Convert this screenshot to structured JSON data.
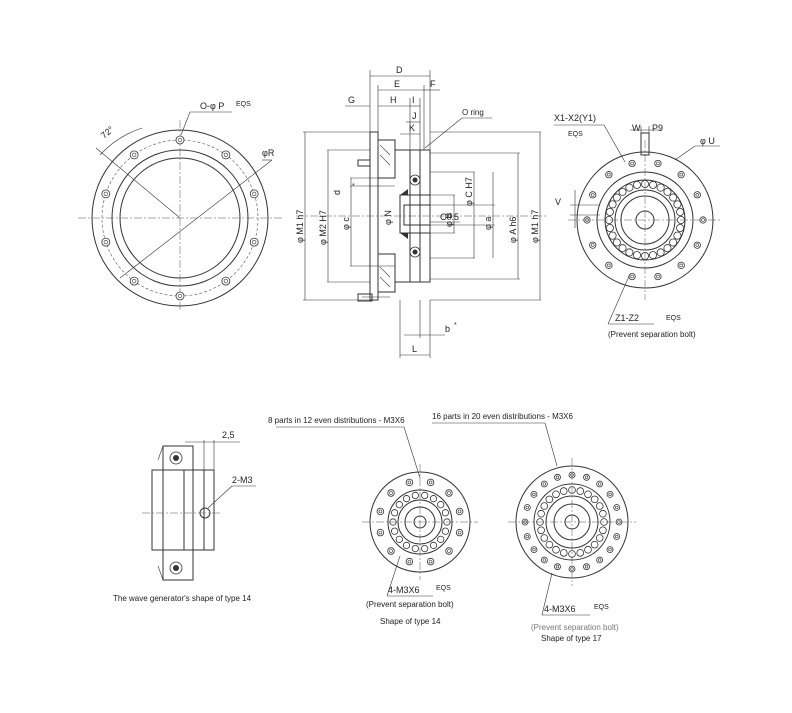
{
  "top_left_view": {
    "holes_label": "O-φ P",
    "holes_suffix": "EQS",
    "angle_label": "72°",
    "radius_label": "φR"
  },
  "section_view": {
    "dim_D": "D",
    "dim_E": "E",
    "dim_F": "F",
    "dim_G": "G",
    "dim_H": "H",
    "dim_I": "I",
    "dim_J": "J",
    "dim_K": "K",
    "dim_L": "L",
    "dim_b": "b",
    "oring_label": "O ring",
    "dim_d": "d",
    "dim_c": "φ c",
    "dim_N": "φ N",
    "dim_C": "φ C H7",
    "dim_B": "φ B",
    "dim_a": "φ a",
    "dim_A": "φ A h6",
    "dim_M1_right": "φ M1 h7",
    "dim_M1_left": "φ M1 h7",
    "dim_M2": "φ M2 H7",
    "dim_C05": "C0.5",
    "star": "*"
  },
  "top_right_view": {
    "bolt_label": "X1-X2(Y1)",
    "bolt_suffix": "EQS",
    "dim_W": "W",
    "dim_P9": "P9",
    "dim_U": "φ U",
    "dim_V": "V",
    "sep_label": "Z1-Z2",
    "sep_suffix": "EQS",
    "sep_note": "(Prevent separation bolt)"
  },
  "wave_generator": {
    "dim_25": "2,5",
    "dim_M3": "2-M3",
    "caption": "The wave generator's shape of type 14"
  },
  "type14": {
    "callout": "8 parts in 12 even distributions - M3X6",
    "bolt_label": "4-M3X6",
    "bolt_suffix": "EQS",
    "note": "(Prevent separation bolt)",
    "caption": "Shape of type 14"
  },
  "type17": {
    "callout": "16 parts in 20 even distributions - M3X6",
    "bolt_label": "4-M3X6",
    "bolt_suffix": "EQS",
    "note": "(Prevent separation bolt)",
    "caption": "Shape of type 17"
  },
  "colors": {
    "line": "#333333",
    "note_gray": "#777777"
  }
}
